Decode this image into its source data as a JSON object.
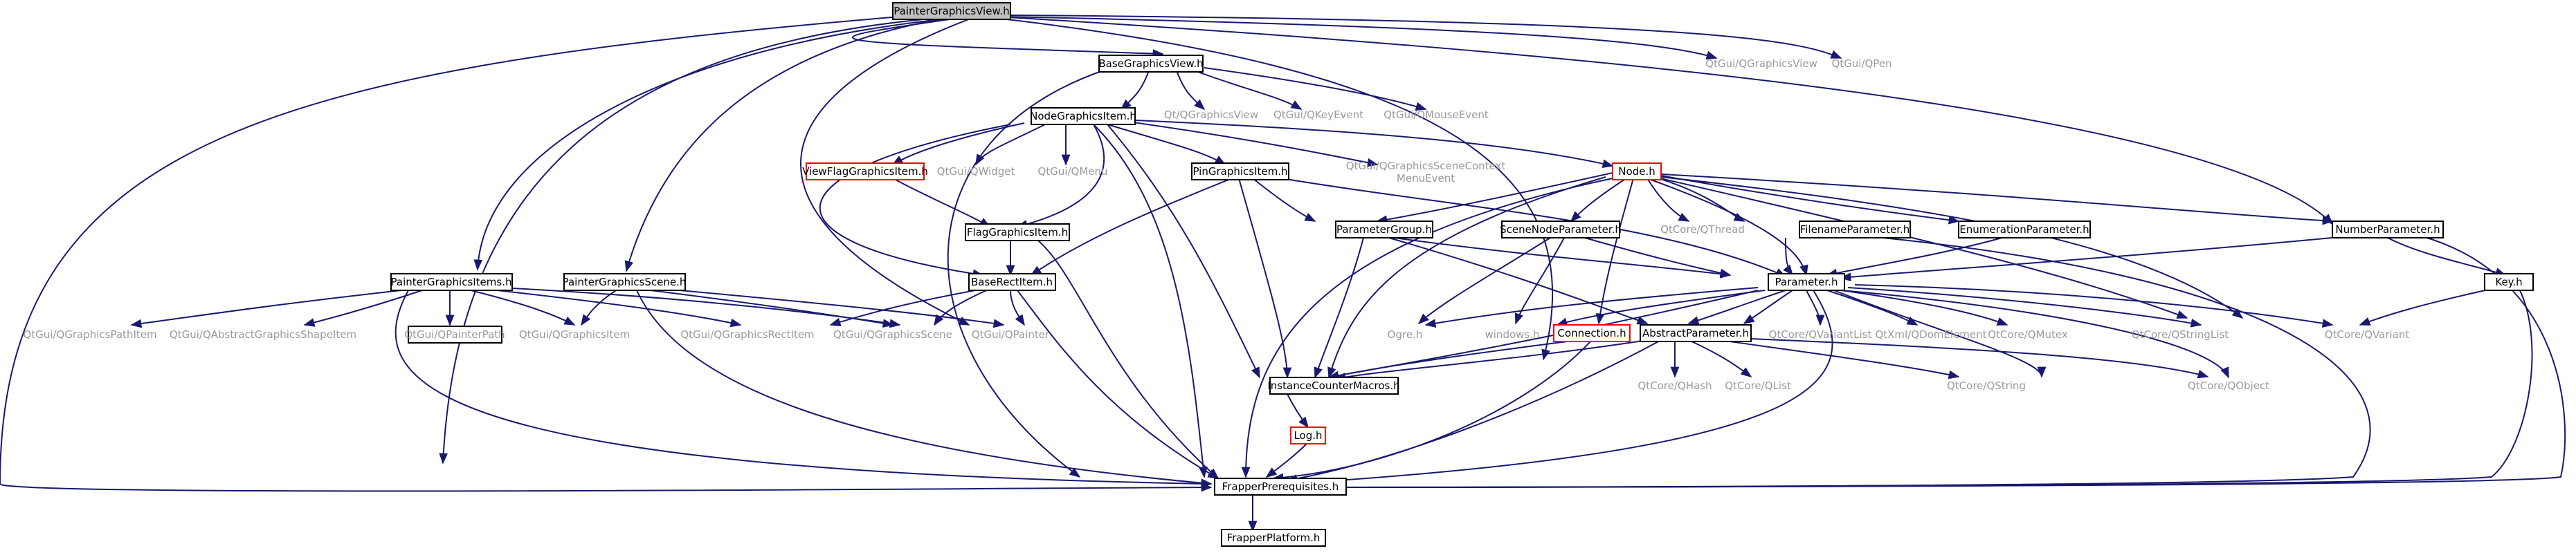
{
  "diagram": {
    "type": "include-dependency-graph",
    "colors": {
      "edge": "#191970",
      "box_border": "#000000",
      "root_fill": "#bfbfbf",
      "missing_border": "#ff0000",
      "external_text": "#999999"
    },
    "nodes": {
      "root": "PainterGraphicsView.h",
      "qgraphicsview_top": "QtGui/QGraphicsView",
      "qpen": "QtGui/QPen",
      "basegraphicsview": "BaseGraphicsView.h",
      "qt_qgraphicsview": "Qt/QGraphicsView",
      "qkeyevent": "QtGui/QKeyEvent",
      "qmouseevent": "QtGui/QMouseEvent",
      "nodegraphicsitem": "NodeGraphicsItem.h",
      "viewflaggraphicsitem": "ViewFlagGraphicsItem.h",
      "qwidget": "QtGui/QWidget",
      "qmenu": "QtGui/QMenu",
      "pingraphicsitem": "PinGraphicsItem.h",
      "qgraphicsscenecontextmenuevent": [
        "QtGui/QGraphicsSceneContext",
        "MenuEvent"
      ],
      "node": "Node.h",
      "qthread": "QtCore/QThread",
      "parametergroup": "ParameterGroup.h",
      "scenenodeparameter": "SceneNodeParameter.h",
      "filenameparameter": "FilenameParameter.h",
      "enumerationparameter": "EnumerationParameter.h",
      "numberparameter": "NumberParameter.h",
      "flaggraphicsitem": "FlagGraphicsItem.h",
      "baserectitem": "BaseRectItem.h",
      "paintergraphicsitems": "PainterGraphicsItems.h",
      "paintergraphicsscene": "PainterGraphicsScene.h",
      "parameter": "Parameter.h",
      "key": "Key.h",
      "qgraphicspathitem": "QtGui/QGraphicsPathItem",
      "qabstractgraphicsshapeitem": "QtGui/QAbstractGraphicsShapeItem",
      "qpainterpath": "QtGui/QPainterPath",
      "qgraphicsitem": "QtGui/QGraphicsItem",
      "qgraphicsrectitem": "QtGui/QGraphicsRectItem",
      "qgraphicsscene": "QtGui/QGraphicsScene",
      "qpainter": "QtGui/QPainter",
      "ogre": "Ogre.h",
      "windows": "windows.h",
      "connection": "Connection.h",
      "abstractparameter": "AbstractParameter.h",
      "qvariantlist": "QtCore/QVariantList",
      "qdomelement": "QtXml/QDomElement",
      "qmutex": "QtCore/QMutex",
      "qstringlist": "QtCore/QStringList",
      "qvariant": "QtCore/QVariant",
      "instancecountermacros": "InstanceCounterMacros.h",
      "qhash": "QtCore/QHash",
      "qlist": "QtCore/QList",
      "qstring": "QtCore/QString",
      "qobject": "QtCore/QObject",
      "log": "Log.h",
      "frapperprerequisites": "FrapperPrerequisites.h",
      "frapperplatform": "FrapperPlatform.h"
    }
  }
}
